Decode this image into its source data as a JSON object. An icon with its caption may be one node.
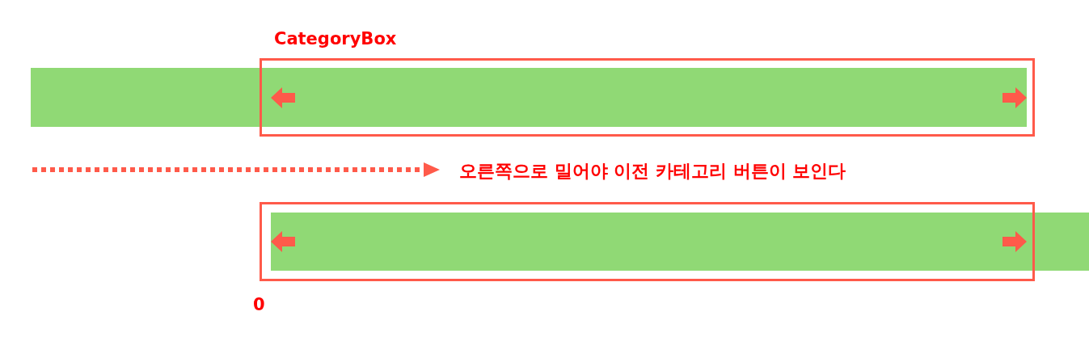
{
  "diagram": {
    "nodes": [
      {
        "text": [
          "CategoryBox"
        ]
      },
      {
        "text": [],
        "shape": "bar"
      },
      {
        "text": [],
        "shape": "box"
      },
      {
        "text": [],
        "shape": "bar"
      }
    ],
    "labels": [
      "오른쪽으로 밀어야 이전 카테고리 버튼이 보인다",
      "0"
    ]
  }
}
